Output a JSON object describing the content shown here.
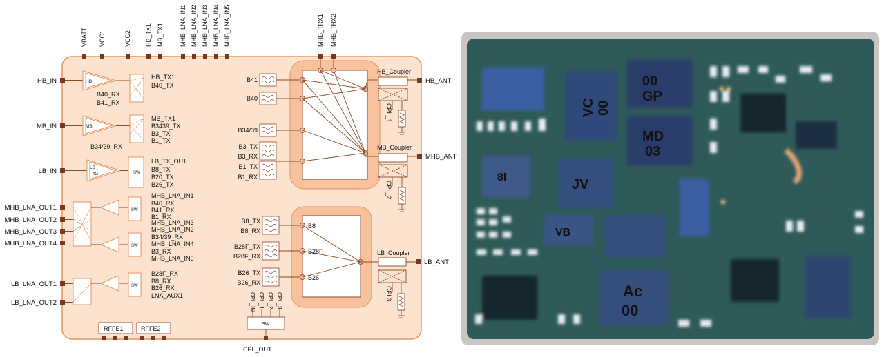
{
  "top_pins": [
    "VBATT",
    "VCC1",
    "VCC2",
    "HB_TX1",
    "MB_TX1",
    "MHB_LNA_IN1",
    "MHB_LNA_IN2",
    "MHB_LNA_IN3",
    "MHB_LNA_IN4",
    "MHB_LNA_IN5"
  ],
  "trx_pins": [
    "MHB_TRX1",
    "MHB_TRX2"
  ],
  "left_pins": [
    "HB_IN",
    "MB_IN",
    "LB_IN",
    "MHB_LNA_OUT1",
    "MHB_LNA_OUT2",
    "MHB_LNA_OUT3",
    "MHB_LNA_OUT4",
    "LB_LNA_OUT1",
    "LB_LNA_OUT2"
  ],
  "right_pins": [
    "HB_ANT",
    "MHB_ANT",
    "LB_ANT"
  ],
  "bottom": {
    "rffe1": "RFFE1",
    "rffe2": "RFFE2",
    "cpl_out": "CPL_OUT",
    "sw": "SW"
  },
  "pa": {
    "hb": "HB",
    "mb": "MB",
    "lb": "LB",
    "lb2": "_4G"
  },
  "hb_signals": [
    "HB_TX1",
    "B40_TX",
    "B40_RX",
    "B41_RX"
  ],
  "mb_signals": [
    "MB_TX1",
    "B3439_TX",
    "B3_TX",
    "B1_TX",
    "B34/39_RX"
  ],
  "lb_signals": [
    "LB_TX_OU1",
    "B8_TX",
    "B20_TX",
    "B26_TX"
  ],
  "lna1_signals": [
    "MHB_LNA_IN1",
    "B40_RX",
    "B41_RX",
    "B1_RX",
    "MHB_LNA_IN3"
  ],
  "lna2_signals": [
    "MHB_LNA_IN2",
    "B34/39_RX",
    "MHB_LNA_IN4",
    "B3_RX",
    "MHB_LNA_IN5"
  ],
  "lna3_signals": [
    "B28F_RX",
    "B8_RX",
    "B26_RX",
    "LNA_AUX1"
  ],
  "filters_top": [
    "B41",
    "B40",
    "B34/39",
    "B3_TX",
    "B3_RX",
    "B1_TX",
    "B1_RX"
  ],
  "filters_bottom": [
    "B8_TX",
    "B8_RX",
    "B28F_TX",
    "B28F_RX",
    "B26_TX",
    "B26_RX"
  ],
  "switch_nodes": [
    "B8",
    "B28F",
    "B26"
  ],
  "couplers": [
    "HB_Coupler",
    "MB_Coupler",
    "LB_Coupler"
  ],
  "cpl_labels": [
    "CPL_1",
    "CPL_2",
    "CPL3"
  ],
  "cpl_sw_inputs": [
    "CPL_IN",
    "CPL_1",
    "CPL_2",
    "CPL_3"
  ],
  "sw_label": "SW",
  "photo_markings": [
    "00",
    "GP",
    "VC",
    "00",
    "MD",
    "03",
    "JV",
    "8I",
    "VB",
    "Ac",
    "00"
  ],
  "colors": {
    "module_fill": "#fbe3cf",
    "module_stroke": "#e8925a",
    "switch_fill": "#f7c29d",
    "wire": "#8b4a2a",
    "pin": "#7a3a1a",
    "pcb": "#2f5a5a"
  }
}
